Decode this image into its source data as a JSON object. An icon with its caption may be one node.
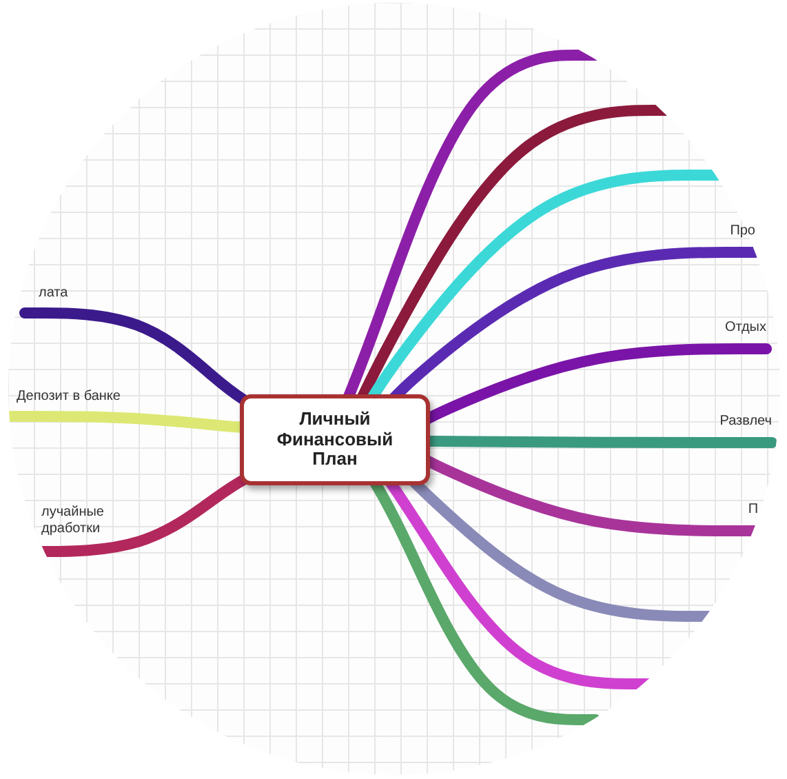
{
  "diagram": {
    "nodes": [
      {
        "text": [
          "Личный Финансовый План"
        ]
      },
      {
        "text": [
          "лата"
        ]
      },
      {
        "text": [
          "Депозит в банке"
        ]
      },
      {
        "text": [
          "лучайные дработки"
        ]
      },
      {
        "text": [
          "Про"
        ]
      },
      {
        "text": [
          "Отдых"
        ]
      },
      {
        "text": [
          "Развлеч"
        ]
      },
      {
        "text": [
          "П"
        ]
      }
    ],
    "edges": [
      {
        "from": 0,
        "to": 1,
        "arrow": "none",
        "color": "#3b1a8c"
      },
      {
        "from": 0,
        "to": 2,
        "arrow": "none",
        "color": "#dce873"
      },
      {
        "from": 0,
        "to": 3,
        "arrow": "none",
        "color": "#b3285c"
      },
      {
        "from": 0,
        "to": null,
        "arrow": "none",
        "color": "#8c1fa8"
      },
      {
        "from": 0,
        "to": null,
        "arrow": "none",
        "color": "#8b1a3c"
      },
      {
        "from": 0,
        "to": null,
        "arrow": "none",
        "color": "#3cd8d8"
      },
      {
        "from": 0,
        "to": 4,
        "arrow": "none",
        "color": "#5a2bb2"
      },
      {
        "from": 0,
        "to": 5,
        "arrow": "none",
        "color": "#7a14a8"
      },
      {
        "from": 0,
        "to": 6,
        "arrow": "none",
        "color": "#3a9a80"
      },
      {
        "from": 0,
        "to": 7,
        "arrow": "none",
        "color": "#a8349a"
      },
      {
        "from": 0,
        "to": null,
        "arrow": "none",
        "color": "#8a8ab8"
      },
      {
        "from": 0,
        "to": null,
        "arrow": "none",
        "color": "#d040d0"
      },
      {
        "from": 0,
        "to": null,
        "arrow": "none",
        "color": "#5aa86a"
      }
    ]
  }
}
